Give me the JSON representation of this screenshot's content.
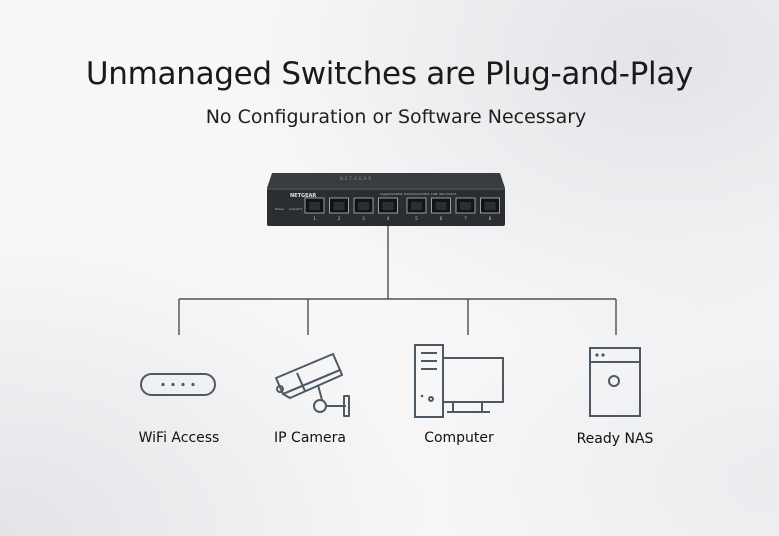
{
  "title": "Unmanaged Switches are Plug-and-Play",
  "subtitle": "No Configuration or Software Necessary",
  "switch": {
    "brand": "NETGEAR",
    "port_labels": [
      "1",
      "2",
      "3",
      "4",
      "5",
      "6",
      "7",
      "8"
    ],
    "port_description": "Gigabit/1000M, FullDuplex/100M, 10M, 802.3x/ACT",
    "status_labels": [
      "Power",
      "Link/ACT"
    ]
  },
  "devices": [
    {
      "label": "WiFi Access",
      "icon": "wifi-access-icon"
    },
    {
      "label": "IP Camera",
      "icon": "ip-camera-icon"
    },
    {
      "label": "Computer",
      "icon": "computer-icon"
    },
    {
      "label": "Ready NAS",
      "icon": "nas-icon"
    }
  ],
  "colors": {
    "icon_stroke": "#4d5a66",
    "line": "#333333",
    "switch_body": "#2b2e31"
  }
}
